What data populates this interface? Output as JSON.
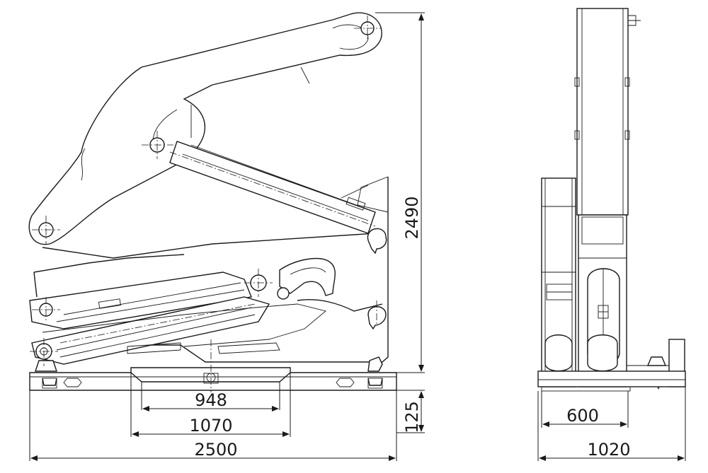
{
  "side_view": {
    "dim_948": "948",
    "dim_1070": "1070",
    "dim_2500": "2500",
    "dim_2490": "2490",
    "dim_125": "125"
  },
  "front_view": {
    "dim_600": "600",
    "dim_1020": "1020"
  }
}
